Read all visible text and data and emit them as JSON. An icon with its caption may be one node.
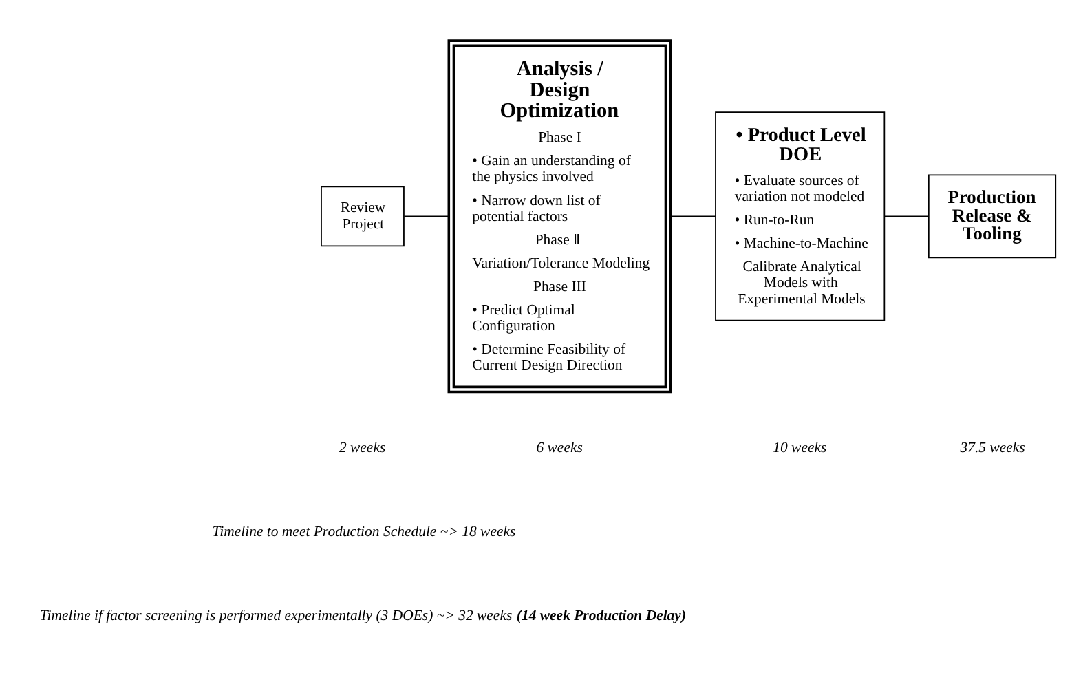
{
  "diagram": {
    "nodes": [
      {
        "text": [
          "Review Project"
        ]
      },
      {
        "text": [
          "Analysis / Design Optimization",
          "Phase I",
          "• Gain an understanding of the physics involved",
          "• Narrow down list of potential factors",
          "Phase Ⅱ",
          "Variation/Tolerance Modeling",
          "Phase III",
          "• Predict Optimal Configuration",
          "• Determine Feasibility of Current Design Direction"
        ]
      },
      {
        "text": [
          "• Product Level DOE",
          "• Evaluate sources of variation not modeled",
          "• Run-to-Run",
          "• Machine-to-Machine",
          "Calibrate Analytical Models with Experimental Models"
        ]
      },
      {
        "text": [
          "Production Release & Tooling"
        ]
      }
    ],
    "edges": [
      {
        "from": 0,
        "to": 1,
        "arrow": "none"
      },
      {
        "from": 1,
        "to": 2,
        "arrow": "none"
      },
      {
        "from": 2,
        "to": 3,
        "arrow": "none"
      }
    ],
    "labels": [
      "2 weeks",
      "6 weeks",
      "10 weeks",
      "37.5 weeks",
      "Timeline to meet Production Schedule ~> 18 weeks",
      "Timeline if factor screening is performed experimentally (3 DOEs) ~> 32 weeks **(14 week Production Delay)**"
    ]
  }
}
